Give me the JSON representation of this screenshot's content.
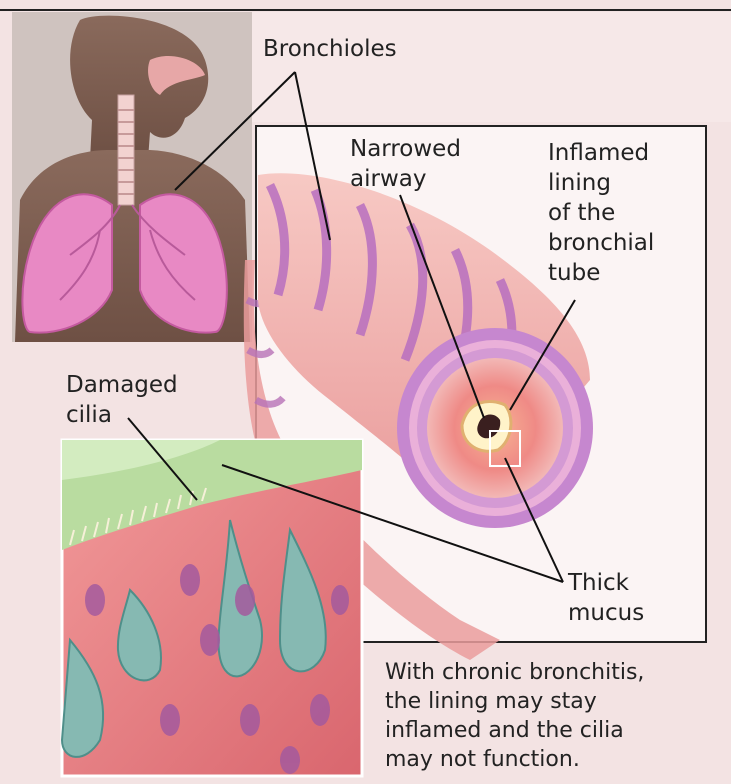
{
  "labels": {
    "bronchioles": "Bronchioles",
    "narrowed_airway": "Narrowed\nairway",
    "inflamed_lining": "Inflamed\nlining\nof the\nbronchial\ntube",
    "damaged_cilia": "Damaged\ncilia",
    "thick_mucus": "Thick\nmucus"
  },
  "caption": "With chronic bronchitis,\nthe lining may stay\ninflamed and the cilia\nmay not function."
}
